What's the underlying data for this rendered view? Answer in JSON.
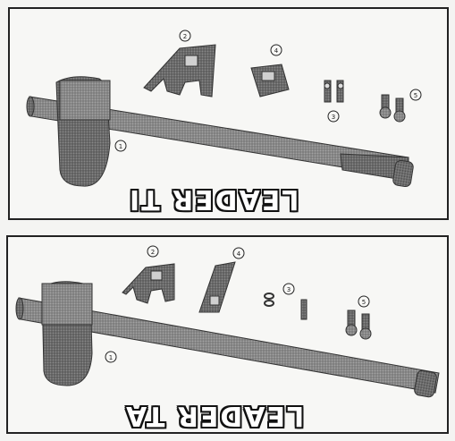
{
  "panels": [
    {
      "caption": "LEADER TI",
      "callouts": [
        "1",
        "2",
        "3",
        "4",
        "5"
      ]
    },
    {
      "caption": "LEADER TA",
      "callouts": [
        "1",
        "2",
        "3",
        "4",
        "5"
      ]
    }
  ],
  "colors": {
    "frame": "#222222",
    "part_fill": "#8f8f8f",
    "part_dark": "#555555",
    "background": "#f7f7f5"
  }
}
